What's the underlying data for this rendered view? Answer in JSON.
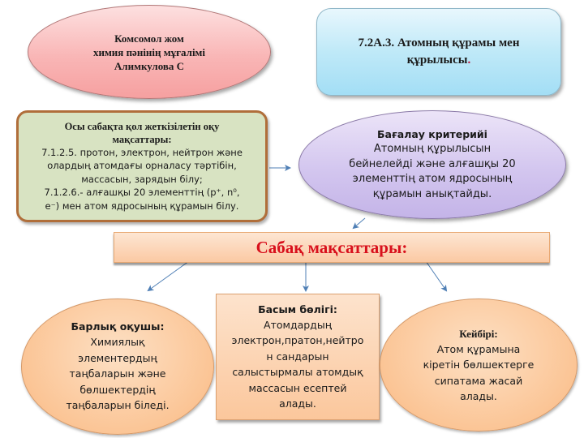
{
  "teacher": {
    "lines": [
      "Комсомол  жом",
      "химия  пәнінің мұғалімі",
      "Алимкулова С"
    ]
  },
  "topic": {
    "line1": "7.2А.3. Атомның құрамы мен",
    "line2": "құрылысы",
    "dot": "."
  },
  "objectives": {
    "heading_line1": "Осы сабақта қол жеткізілетін оқу",
    "heading_line2": "мақсаттары:",
    "body_lines": [
      "7.1.2.5. протон, электрон, нейтрон және",
      "олардың атомдағы орналасу тәртібін,",
      "массасын,  зарядын білу;",
      "7.1.2.6.- алғашқы 20 элементтің  (p⁺, n⁰,",
      "e⁻) мен атом ядросының құрамын білу."
    ]
  },
  "criteria": {
    "heading": "Бағалау критерийі",
    "body_lines": [
      "Атомның құрылысын",
      "бейнелейді және алғашқы 20",
      "элементтің атом ядросының",
      "құрамын анықтайды."
    ]
  },
  "goals": {
    "title": "Сабақ мақсаттары:"
  },
  "all_students": {
    "heading": "Барлық оқушы:",
    "body_lines": [
      "Химиялық",
      "элементердың",
      "таңбаларын және",
      "бөлшектердің",
      "таңбаларын біледі."
    ]
  },
  "most_students": {
    "heading": "Басым бөлігі:",
    "body_lines": [
      "Атомдардың",
      "электрон,пратон,нейтро",
      "н сандарын",
      "салыстырмалы атомдық",
      "массасын есептей",
      "алады."
    ]
  },
  "some_students": {
    "heading": "Кейбірі:",
    "body_lines": [
      "Атом құрамына",
      "кіретін бөлшектерге",
      "сипатама жасай",
      "алады."
    ]
  },
  "colors": {
    "arrow": "#4f7fb5",
    "goals_title": "#d8101c",
    "objectives_border": "#b06e3a"
  }
}
